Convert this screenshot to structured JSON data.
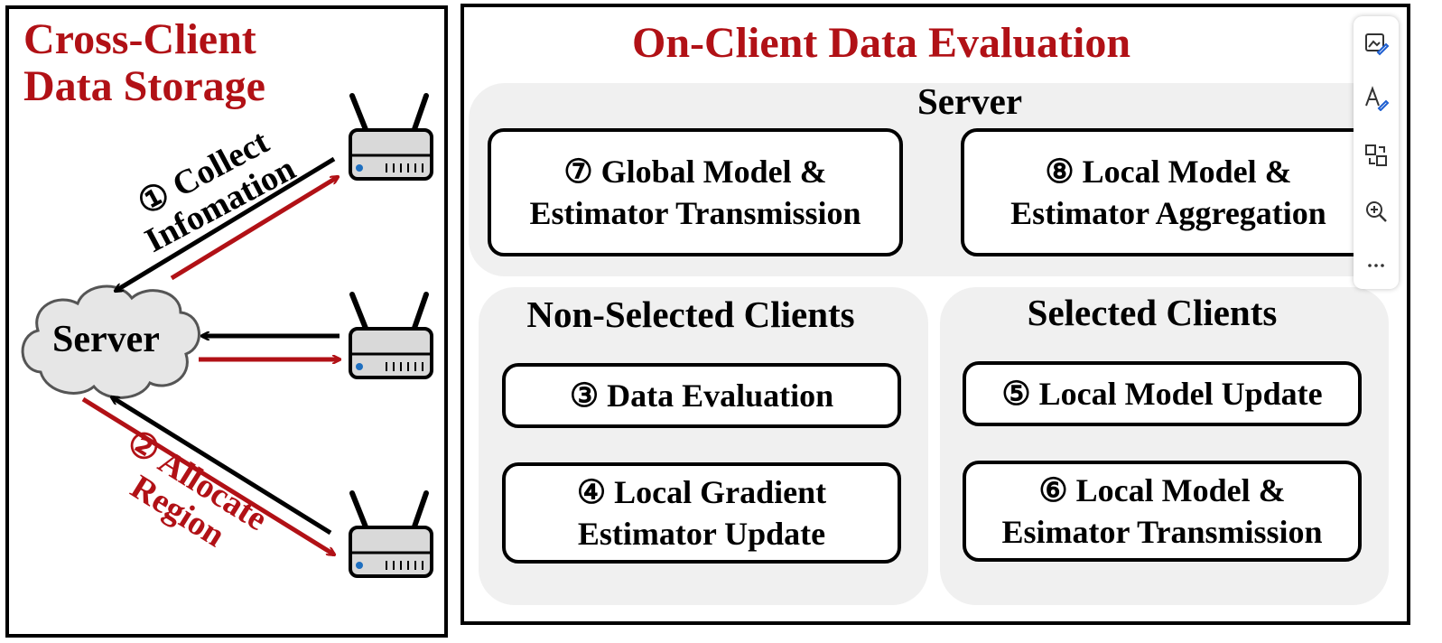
{
  "left_panel": {
    "title_line1": "Cross-Client",
    "title_line2": "Data Storage",
    "server_label": "Server",
    "step1_line1": "① Collect",
    "step1_line2": "Infomation",
    "step2_line1": "② Allocate",
    "step2_line2": "Region"
  },
  "right_panel": {
    "title": "On-Client Data Evaluation",
    "server_group": {
      "title": "Server",
      "box7": [
        "⑦ Global Model &",
        "Estimator Transmission"
      ],
      "box8": [
        "⑧ Local Model &",
        "Estimator Aggregation"
      ]
    },
    "non_selected_group": {
      "title": "Non-Selected Clients",
      "box3": [
        "③ Data Evaluation"
      ],
      "box4": [
        "④ Local Gradient",
        "Estimator Update"
      ]
    },
    "selected_group": {
      "title": "Selected Clients",
      "box5": [
        "⑤ Local Model Update"
      ],
      "box6": [
        "⑥ Local Model &",
        "Esimator Transmission"
      ]
    }
  },
  "colors": {
    "accent_red": "#b11116",
    "group_fill": "#f0f0f0",
    "arrow_black": "#000000"
  },
  "toolbar": {
    "icons": [
      "image-edit-icon",
      "text-style-icon",
      "translate-icon",
      "zoom-in-icon",
      "more-icon"
    ]
  }
}
